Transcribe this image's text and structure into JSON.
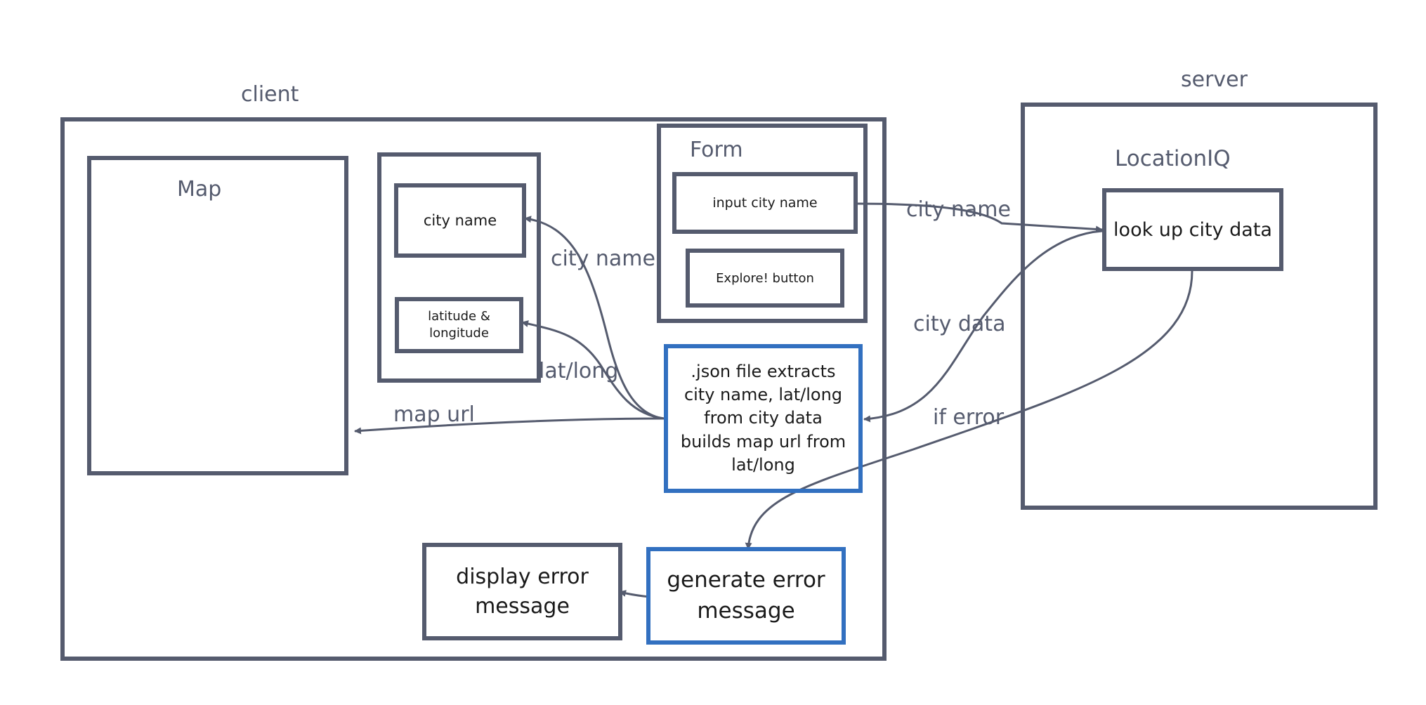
{
  "diagram": {
    "colors": {
      "stroke": "#555b6e",
      "accent": "#3270c0",
      "text": "#1a1a1a",
      "label": "#555b6e",
      "background": "#ffffff"
    },
    "containers": {
      "client_label": "client",
      "server_label": "server",
      "map_label": "Map",
      "form_label": "Form",
      "locationiq_label": "LocationIQ"
    },
    "nodes": {
      "city_name": "city name",
      "lat_long": "latitude &\nlongitude",
      "input_city": "input city name",
      "explore_button": "Explore! button",
      "lookup": "look up city data",
      "json_extract": ".json file extracts\ncity name, lat/long\nfrom city data\nbuilds map url from\nlat/long",
      "display_error": "display error\nmessage",
      "generate_error": "generate error\nmessage"
    },
    "edge_labels": {
      "city_name_to_server": "city name",
      "city_name_to_box": "city name",
      "city_data": "city data",
      "lat_long": "lat/long",
      "map_url": "map url",
      "if_error": "if error"
    }
  }
}
